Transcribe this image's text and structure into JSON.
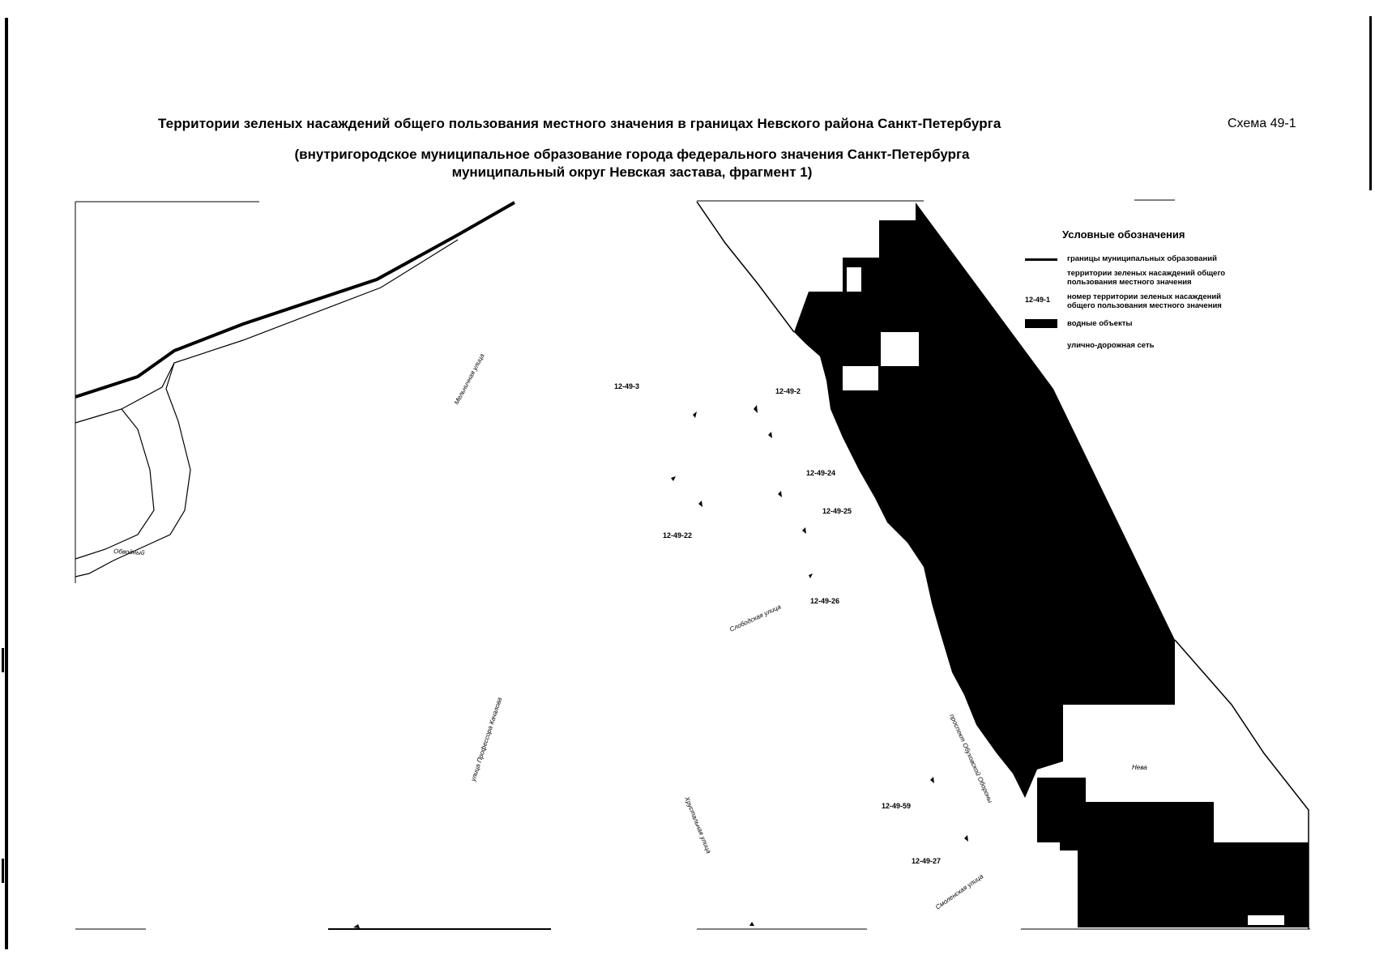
{
  "title": "Территории зеленых насаждений общего пользования местного значения в границах Невского района Санкт-Петербурга",
  "scheme_label": "Схема 49-1",
  "subtitle_line1": "(внутригородское муниципальное образование города федерального значения Санкт-Петербурга",
  "subtitle_line2": "муниципальный округ Невская застава, фрагмент 1)",
  "legend": {
    "title": "Условные обозначения",
    "items": [
      {
        "symbol": "line",
        "text": "границы муниципальных образований"
      },
      {
        "symbol": "none",
        "text": "территории зеленых насаждений общего пользования местного значения"
      },
      {
        "symbol": "code",
        "code": "12-49-1",
        "text": "номер территории зеленых насаждений общего пользования местного значения"
      },
      {
        "symbol": "box",
        "text": "водные объекты"
      },
      {
        "symbol": "none",
        "text": "улично-дорожная сеть"
      }
    ]
  },
  "territory_codes": [
    "12-49-3",
    "12-49-2",
    "12-49-24",
    "12-49-25",
    "12-49-22",
    "12-49-26",
    "12-49-59",
    "12-49-27"
  ],
  "street_labels": [
    "Мельничная улица",
    "Обводный",
    "Слободская улица",
    "улица Профессора Качалова",
    "Хрустальная улица",
    "проспект Обуховской Обороны",
    "Смоленская улица"
  ],
  "water_label": "Нева",
  "colors": {
    "water": "#000000",
    "boundary": "#000000",
    "background": "#ffffff"
  }
}
